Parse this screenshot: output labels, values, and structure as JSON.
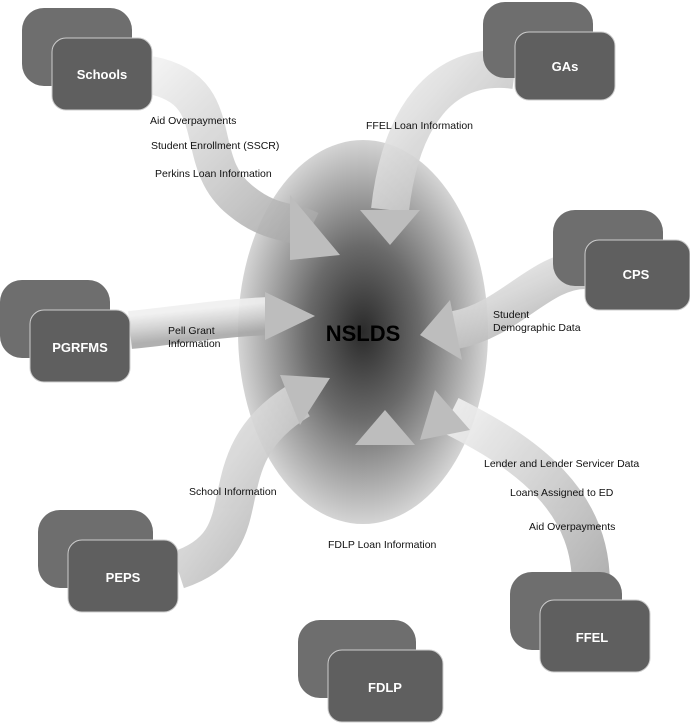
{
  "center": {
    "label": "NSLDS"
  },
  "systems": {
    "schools": "Schools",
    "gas": "GAs",
    "cps": "CPS",
    "pgrfms": "PGRFMS",
    "peps": "PEPS",
    "fdlp": "FDLP",
    "ffel": "FFEL"
  },
  "flows": {
    "schools": [
      "Aid Overpayments",
      "Student Enrollment (SSCR)",
      "Perkins Loan Information"
    ],
    "gas": [
      "FFEL Loan Information"
    ],
    "cps": [
      "Student",
      "Demographic Data"
    ],
    "pgrfms": [
      "Pell Grant",
      "Information"
    ],
    "peps": [
      "School Information"
    ],
    "fdlp": [
      "FDLP Loan Information"
    ],
    "ffel": [
      "Lender and Lender Servicer Data",
      "Loans Assigned to ED",
      "Aid Overpayments"
    ]
  },
  "colors": {
    "box": "#5f5f5f",
    "box_back": "#6e6e6e",
    "arrow": "#d8d8d8",
    "hub_center": "#2a2a2a"
  }
}
